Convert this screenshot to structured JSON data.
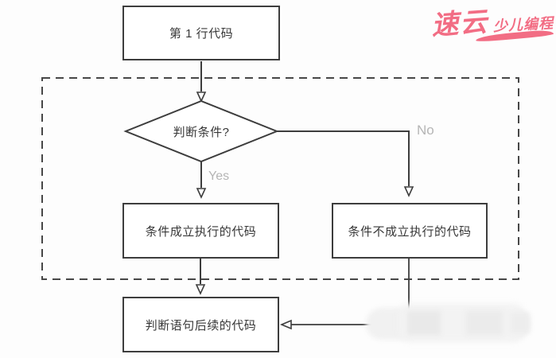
{
  "flowchart": {
    "nodes": {
      "start": {
        "label": "第 1 行代码"
      },
      "condition": {
        "label": "判断条件?"
      },
      "true_branch": {
        "label": "条件成立执行的代码"
      },
      "false_branch": {
        "label": "条件不成立执行的代码"
      },
      "next": {
        "label": "判断语句后续的代码"
      }
    },
    "edge_labels": {
      "yes": "Yes",
      "no": "No"
    }
  },
  "watermark": {
    "brand_main": "速云",
    "brand_sub": "少儿编程"
  },
  "colors": {
    "line": "#3d3d3d",
    "edge_label": "#b5b5b5",
    "watermark_pink": "#f2617a",
    "background": "#fdfdfd"
  }
}
